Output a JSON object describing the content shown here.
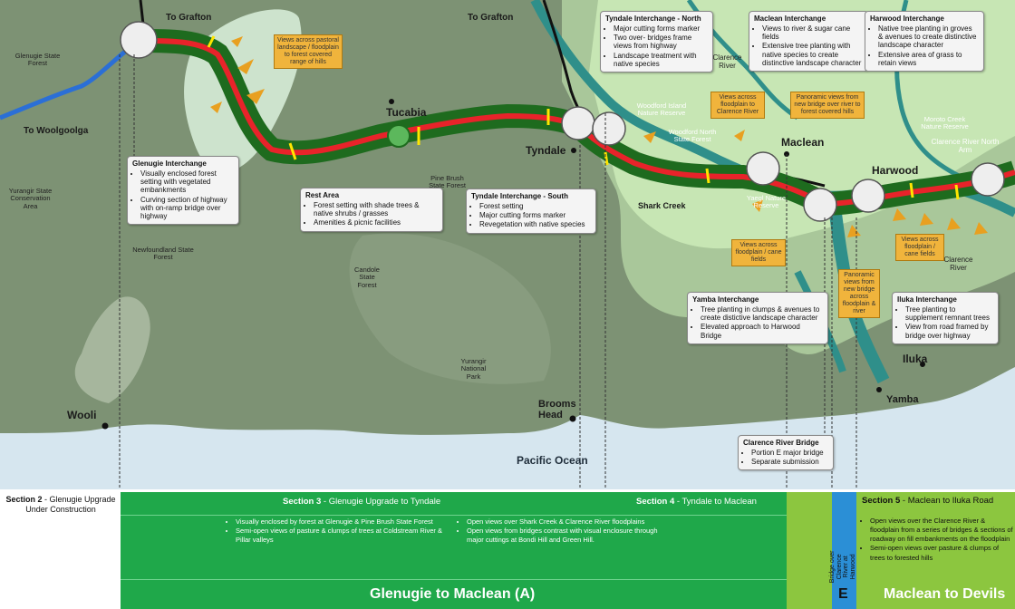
{
  "map": {
    "places": {
      "to_grafton_1": "To Grafton",
      "to_grafton_2": "To Grafton",
      "to_woolgoolga": "To Woolgoolga",
      "tucabia": "Tucabia",
      "tyndale": "Tyndale",
      "maclean": "Maclean",
      "harwood": "Harwood",
      "iluka": "Iluka",
      "yamba": "Yamba",
      "wooli": "Wooli",
      "brooms_head": "Brooms Head",
      "shark_creek": "Shark Creek"
    },
    "ocean": "Pacific Ocean",
    "areas": {
      "glenugie_sf": "Glenugie State Forest",
      "yurangir_sca": "Yurangir State Conservation Area",
      "newfoundland_sf": "Newfoundland State Forest",
      "candole_sf": "Candole State Forest",
      "pine_brush_sf": "Pine Brush State Forest",
      "yurangir_np": "Yurangir National Park",
      "woodford_island": "Woodford Island Nature Reserve",
      "woodford_north": "Woodford North State Forest",
      "yaegl": "Yaegl Nature Reserve",
      "moroto_creek": "Moroto Creek Nature Reserve",
      "clarence_river_1": "Clarence River",
      "clarence_river_north": "Clarence River North Arm",
      "clarence_river_2": "Clarence River"
    },
    "callouts": {
      "glenugie": {
        "title": "Glenugie Interchange",
        "items": [
          "Visually enclosed forest setting with vegetated embankments",
          "Curving section of highway with on-ramp bridge over highway"
        ]
      },
      "rest_area": {
        "title": "Rest Area",
        "items": [
          "Forest setting with shade trees & native shrubs / grasses",
          "Amenities & picnic facilities"
        ]
      },
      "tyndale_south": {
        "title": "Tyndale Interchange - South",
        "items": [
          "Forest setting",
          "Major cutting forms marker",
          "Revegetation with native species"
        ]
      },
      "tyndale_north": {
        "title": "Tyndale Interchange - North",
        "items": [
          "Major cutting forms marker",
          "Two over- bridges frame views from highway",
          "Landscape treatment with native species"
        ]
      },
      "maclean": {
        "title": "Maclean Interchange",
        "items": [
          "Views to river & sugar cane fields",
          "Extensive tree planting with native species to create distinctive landscape character"
        ]
      },
      "harwood": {
        "title": "Harwood Interchange",
        "items": [
          "Native tree planting in groves & avenues to create distinctive landscape character",
          "Extensive area of grass to retain views"
        ]
      },
      "yamba": {
        "title": "Yamba Interchange",
        "items": [
          "Tree planting in clumps & avenues to create distictive landscape character",
          "Elevated approach to Harwood Bridge"
        ]
      },
      "iluka": {
        "title": "Iluka Interchange",
        "items": [
          "Tree planting to supplement remnant trees",
          "View from road framed by bridge over highway"
        ]
      },
      "clarence_bridge": {
        "title": "Clarence River Bridge",
        "items": [
          "Portion E major bridge",
          "Separate submission"
        ]
      }
    },
    "views": {
      "v1": "Views across pastoral landscape / floodplain to forest covered range of hills",
      "v2": "Views across floodplain to Clarence River",
      "v3": "Panoramic views from new bridge over river to forest covered hills",
      "v4": "Views across floodplain / cane fields",
      "v5": "Panoramic views from new bridge across floodplain & river",
      "v6": "Views across floodplain / cane fields"
    }
  },
  "legend": {
    "section2": {
      "label": "Section 2",
      "desc": "- Glenugie Upgrade Under Construction"
    },
    "section3": {
      "label": "Section 3",
      "desc": "- Glenugie Upgrade to Tyndale",
      "bullets": [
        "Visually enclosed by forest at Glenugie & Pine Brush State Forest",
        "Semi-open views of pasture & clumps of trees at Coldstream River & Pillar valleys"
      ]
    },
    "section4": {
      "label": "Section 4",
      "desc": "- Tyndale to Maclean",
      "bullets": [
        "Open views over Shark Creek & Clarence River floodplains",
        "Open views from bridges contrast with visual enclosure through major cuttings at Bondi Hill and Green Hill."
      ]
    },
    "section_e": {
      "text": "Bridge over Clarence River at Harwood",
      "letter": "E"
    },
    "section5": {
      "label": "Section 5",
      "desc": "- Maclean to Iluka Road",
      "bullets": [
        "Open views over the Clarence River & floodplain from a series of bridges & sections of roadway on fill embankments on the floodplain",
        "Semi-open views over pasture & clumps of trees to forested hills"
      ]
    },
    "footer_a": "Glenugie to Maclean (A)",
    "footer_b": "Maclean to Devils"
  },
  "colors": {
    "forest_dark": "#7d9274",
    "forest_mid": "#8fa688",
    "pasture": "#a9c79a",
    "floodplain": "#c7e6b4",
    "river": "#2f8f8a",
    "ocean": "#d6e6ef",
    "highway": "#e8232a",
    "corridor": "#1e6b1e",
    "section_green": "#1fa84a",
    "section_light": "#8cc63f",
    "section_blue": "#2b8fd6"
  }
}
